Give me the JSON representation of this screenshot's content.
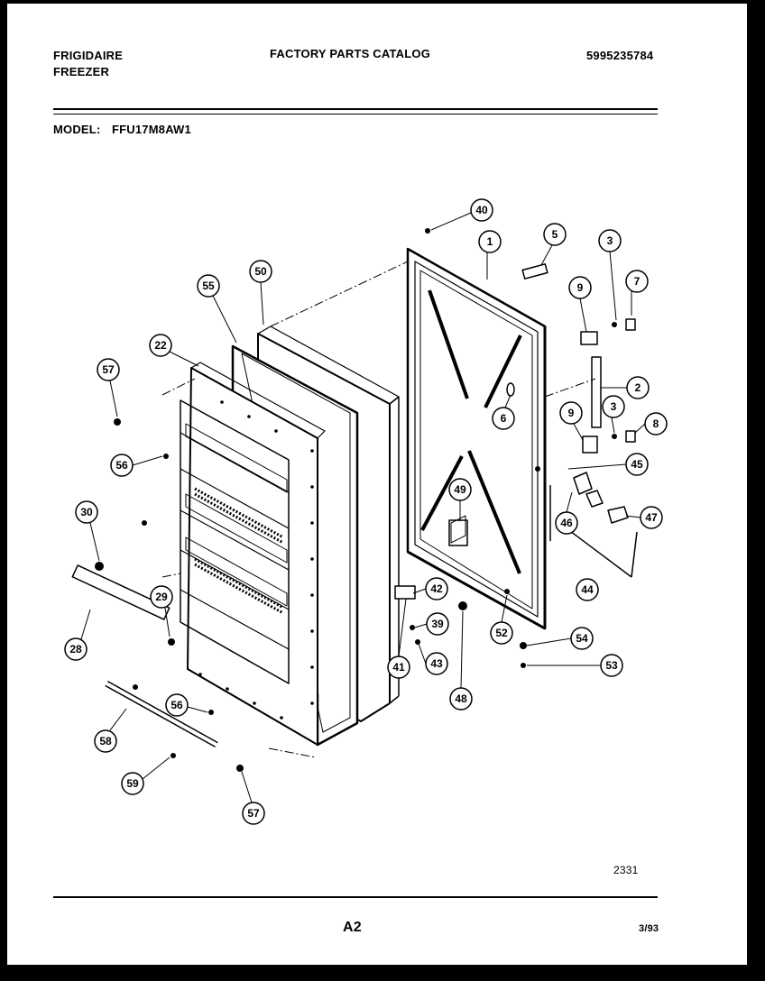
{
  "header": {
    "brand": "FRIGIDAIRE",
    "product": "FREEZER",
    "title": "FACTORY PARTS CATALOG",
    "catalog_number": "5995235784",
    "model_label": "MODEL:",
    "model_number": "FFU17M8AW1"
  },
  "footer": {
    "figure_number": "2331",
    "page": "A2",
    "date": "3/93"
  },
  "callouts": [
    "40",
    "1",
    "5",
    "3",
    "7",
    "9",
    "2",
    "3",
    "8",
    "9",
    "6",
    "45",
    "47",
    "46",
    "44",
    "49",
    "42",
    "39",
    "43",
    "41",
    "48",
    "52",
    "54",
    "53",
    "50",
    "55",
    "22",
    "57",
    "56",
    "30",
    "29",
    "28",
    "58",
    "56",
    "59",
    "57"
  ]
}
